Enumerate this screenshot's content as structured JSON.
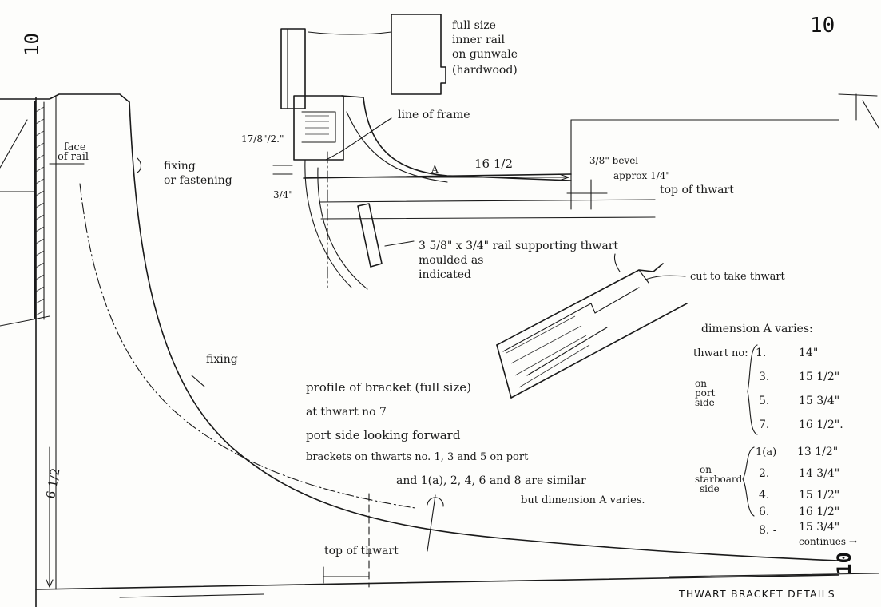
{
  "page_number": "10",
  "side_page_number": "10",
  "bottom_page_number": "10",
  "title": "THWART BRACKET DETAILS",
  "labels": {
    "inner_rail_1": "full size",
    "inner_rail_2": "inner rail",
    "inner_rail_3": "on gunwale",
    "inner_rail_4": "(hardwood)",
    "line_of_frame": "line of frame",
    "dim_17_8": "17/8\"/2.\"",
    "dim_3_4": "3/4\"",
    "dim_16_1_2": "16 1/2",
    "bevel": "3/8\" bevel",
    "approx": "approx 1/4\"",
    "top_of_thwart_upper": "top of thwart",
    "point_A": "A",
    "rail_support_1": "3 5/8\" x 3/4\" rail supporting thwart",
    "rail_support_2": "moulded as",
    "rail_support_3": "indicated",
    "cut_to_take": "cut to take thwart",
    "face_of_rail_1": "face",
    "face_of_rail_2": "of rail",
    "fixing_or_fastening_1": "fixing",
    "fixing_or_fastening_2": "or fastening",
    "fixing": "fixing",
    "six_half": "6 1/2",
    "top_of_thwart_lower": "top of thwart",
    "continues": "continues →"
  },
  "notes": [
    "profile of bracket (full size)",
    "at thwart no 7",
    "port side looking forward",
    "brackets on thwarts no. 1, 3 and 5 on port",
    "and 1(a), 2, 4, 6 and 8 are similar",
    "but dimension A varies."
  ],
  "dimension_table": {
    "heading": "dimension A varies:",
    "thwart_no_label": "thwart no:",
    "port_label": [
      "on",
      "port",
      "side"
    ],
    "starboard_label": [
      "on",
      "starboard",
      "side"
    ],
    "port_rows": [
      {
        "no": "1.",
        "value": "14\""
      },
      {
        "no": "3.",
        "value": "15 1/2\""
      },
      {
        "no": "5.",
        "value": "15 3/4\""
      },
      {
        "no": "7.",
        "value": "16 1/2\"."
      }
    ],
    "starboard_rows": [
      {
        "no": "1(a)",
        "value": "13 1/2\""
      },
      {
        "no": "2.",
        "value": "14 3/4\""
      },
      {
        "no": "4.",
        "value": "15 1/2\""
      },
      {
        "no": "6.",
        "value": "16 1/2\""
      },
      {
        "no": "8. -",
        "value": "15 3/4\""
      }
    ]
  }
}
